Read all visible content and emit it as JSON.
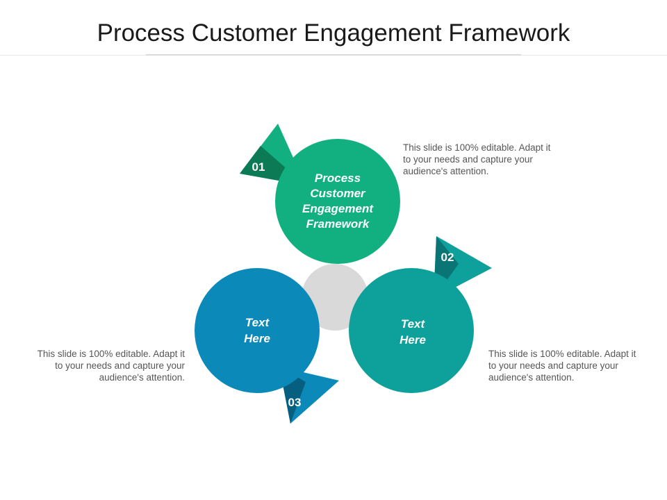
{
  "title": "Process Customer Engagement Framework",
  "colors": {
    "green": "#12b080",
    "green_dark": "#0c7a55",
    "teal": "#0ea09a",
    "teal_dark": "#0a7574",
    "blue": "#0b89b8",
    "blue_dark": "#075f80",
    "hub": "#d9d9d9"
  },
  "nodes": [
    {
      "number": "01",
      "lines": [
        "Process",
        "Customer",
        "Engagement",
        "Framework"
      ],
      "description": "This slide is 100% editable. Adapt it to your needs and capture your audience's attention."
    },
    {
      "number": "02",
      "lines": [
        "Text",
        "Here"
      ],
      "description": "This slide is 100% editable. Adapt it to your needs and capture your audience's attention."
    },
    {
      "number": "03",
      "lines": [
        "Text",
        "Here"
      ],
      "description": "This slide is 100% editable. Adapt it to your needs and capture your audience's attention."
    }
  ]
}
